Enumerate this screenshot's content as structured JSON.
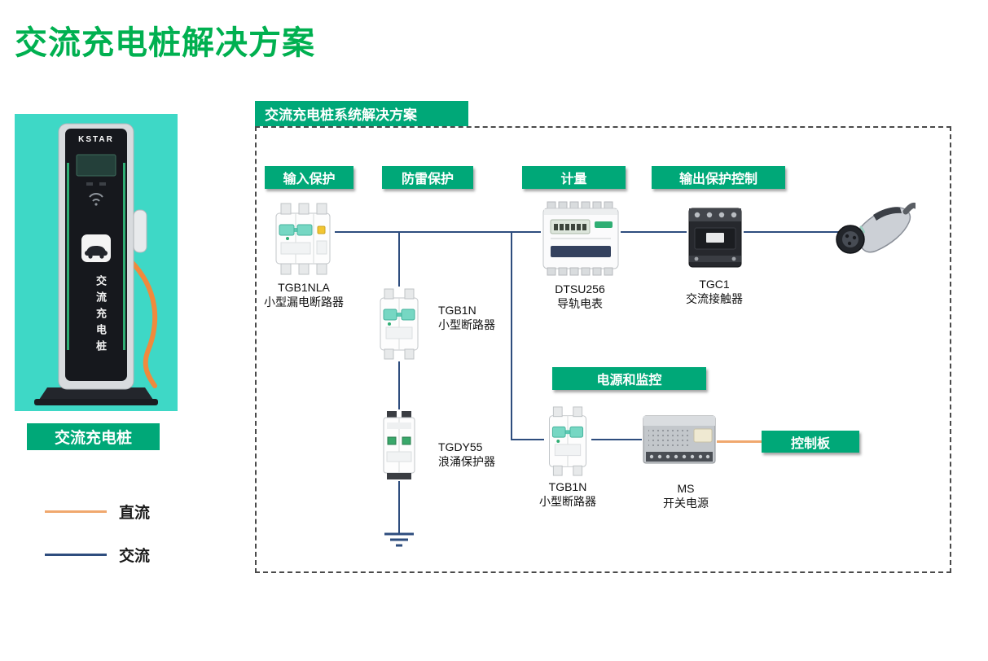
{
  "page": {
    "title": "交流充电桩解决方案"
  },
  "colors": {
    "title_green": "#00B050",
    "badge_green": "#00A878",
    "photo_teal": "#3ED8C6",
    "ac_line_blue": "#2E4D7E",
    "dc_line_orange": "#F0A86E"
  },
  "left_panel": {
    "pile": {
      "brand": "KSTAR",
      "vertical_text": "交流充电桩"
    },
    "product_label": "交流充电桩",
    "legend": {
      "dc_label": "直流",
      "ac_label": "交流"
    }
  },
  "diagram": {
    "header": "交流充电桩系统解决方案",
    "badges": {
      "input_protection": "输入保护",
      "lightning_protection": "防雷保护",
      "metering": "计量",
      "output_protection_control": "输出保护控制",
      "power_and_monitoring": "电源和监控",
      "control_board": "控制板"
    },
    "components": {
      "tgb1nla": {
        "model": "TGB1NLA",
        "name": "小型漏电断路器"
      },
      "tgb1n_top": {
        "model": "TGB1N",
        "name": "小型断路器"
      },
      "tgdy55": {
        "model": "TGDY55",
        "name": "浪涌保护器"
      },
      "dtsu256": {
        "model": "DTSU256",
        "name": "导轨电表"
      },
      "tgc1": {
        "model": "TGC1",
        "name": "交流接触器"
      },
      "tgb1n_bottom": {
        "model": "TGB1N",
        "name": "小型断路器"
      },
      "ms_power": {
        "model": "MS",
        "name": "开关电源"
      }
    }
  }
}
